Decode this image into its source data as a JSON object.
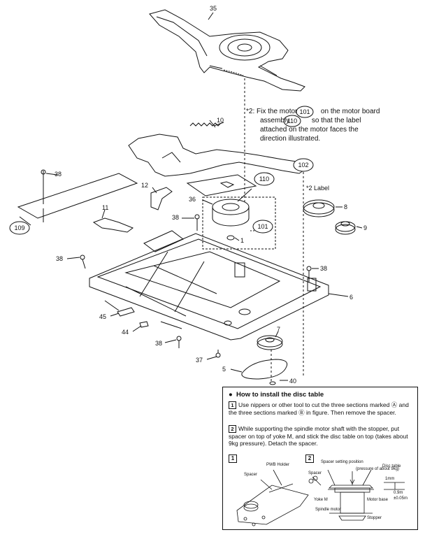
{
  "part_labels": {
    "p35": "35",
    "p10": "10",
    "p102": "102",
    "p110": "110",
    "p38a": "38",
    "p12": "12",
    "p11": "11",
    "p36": "36",
    "p38b": "38",
    "p101": "101",
    "p1": "1",
    "p8": "8",
    "p9": "9",
    "p109": "109",
    "p38c": "38",
    "p38d": "38",
    "p6": "6",
    "p7": "7",
    "p45": "45",
    "p44": "44",
    "p38e": "38",
    "p37": "37",
    "p5": "5",
    "p40": "40"
  },
  "notes": {
    "fix_motor": [
      "*2: Fix the motor",
      "on the motor board",
      "assembly",
      "so that the label",
      "attached on the motor faces the",
      "direction illustrated."
    ],
    "label_callout": "*2 Label"
  },
  "install": {
    "title": "How to install the disc table",
    "step1_num": "1",
    "step1": "Use nippers or other tool to cut the three sections marked Ⓐ and the three sections marked Ⓑ in figure. Then remove the spacer.",
    "step2_num": "2",
    "step2": "While supporting the spindle motor shaft with the stopper, put spacer on top of yoke M, and stick the disc table on top (takes about 9kg pressure). Detach the spacer.",
    "fig1_tag": "1",
    "fig2_tag": "2",
    "fig1_labels": {
      "pwb_holder": "PWB Holder",
      "spacer": "Spacer"
    },
    "fig2_labels": {
      "spacer_setting": "Spacer setting position",
      "pressure": "(pressure of about 9kg)",
      "disc_table": "Disc table",
      "spacer": "Spacer",
      "yoke": "Yoke M",
      "motor_base": "Motor base",
      "spindle_motor": "Spindle motor",
      "stopper": "Stopper",
      "dim1": "0.9m",
      "dim2": "±0.05m",
      "dim3": "1mm"
    }
  }
}
